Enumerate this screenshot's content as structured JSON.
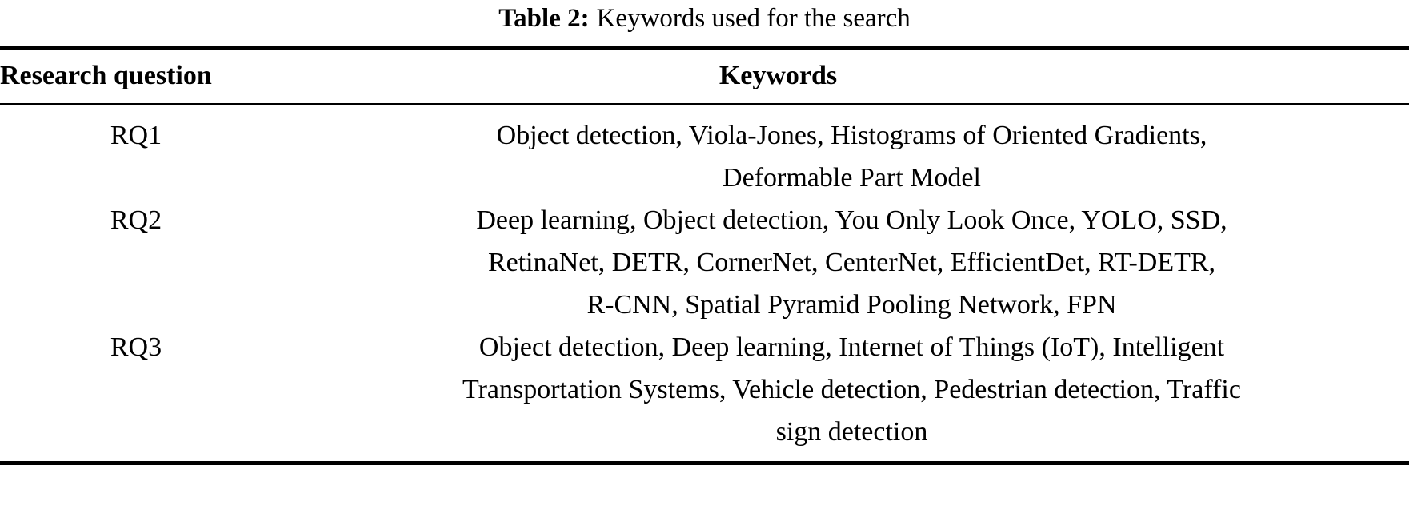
{
  "caption": {
    "label": "Table 2:",
    "text": "Keywords used for the search"
  },
  "table": {
    "columns": [
      {
        "key": "research_question",
        "header": "Research question",
        "align": "left"
      },
      {
        "key": "keywords",
        "header": "Keywords",
        "align": "center"
      }
    ],
    "rows": [
      {
        "research_question": "RQ1",
        "keywords": "Object detection, Viola-Jones, Histograms of Oriented Gradients, Deformable Part Model",
        "keyword_lines": [
          "Object detection, Viola-Jones, Histograms of Oriented Gradients,",
          "Deformable Part Model"
        ]
      },
      {
        "research_question": "RQ2",
        "keywords": "Deep learning, Object detection, You Only Look Once, YOLO, SSD, RetinaNet, DETR, CornerNet, CenterNet, EfficientDet, RT-DETR, R-CNN, Spatial Pyramid Pooling Network, FPN",
        "keyword_lines": [
          "Deep learning, Object detection, You Only Look Once, YOLO, SSD,",
          "RetinaNet, DETR, CornerNet, CenterNet, EfficientDet, RT-DETR,",
          "R-CNN, Spatial Pyramid Pooling Network, FPN"
        ]
      },
      {
        "research_question": "RQ3",
        "keywords": "Object detection, Deep learning, Internet of Things (IoT), Intelligent Transportation Systems, Vehicle detection, Pedestrian detection, Traffic sign detection",
        "keyword_lines": [
          "Object detection, Deep learning, Internet of Things (IoT), Intelligent",
          "Transportation Systems, Vehicle detection, Pedestrian detection, Traffic",
          "sign detection"
        ]
      }
    ]
  },
  "style": {
    "text_color": "#000000",
    "background_color": "#ffffff",
    "rule_color": "#000000"
  }
}
